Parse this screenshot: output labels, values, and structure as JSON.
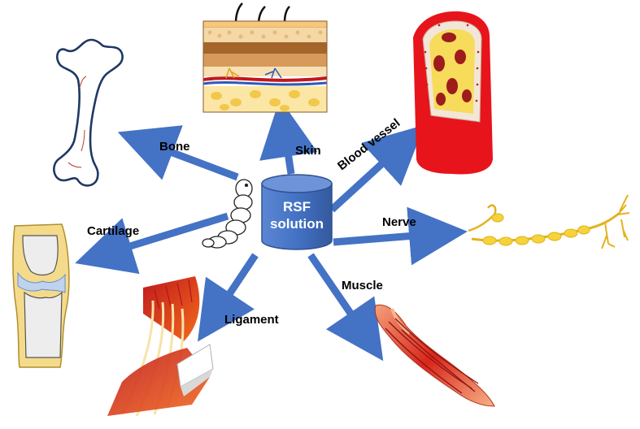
{
  "center": {
    "line1": "RSF",
    "line2": "solution"
  },
  "labels": {
    "bone": "Bone",
    "skin": "Skin",
    "blood_vessel": "Blood vessel",
    "cartilage": "Cartilage",
    "nerve": "Nerve",
    "muscle": "Muscle",
    "ligament": "Ligament"
  },
  "colors": {
    "arrow": "#4472C4",
    "cylinder": "#4472C4",
    "vessel_red": "#E8141B",
    "nerve_yellow": "#F5D33B",
    "muscle_red": "#D9261C",
    "cartilage_blue": "#BFD3EE",
    "bone_outline": "#1F3864"
  },
  "icons": [
    "silkworm-icon",
    "bone-icon",
    "skin-icon",
    "blood-vessel-icon",
    "cartilage-icon",
    "nerve-icon",
    "muscle-icon",
    "ligament-icon"
  ]
}
